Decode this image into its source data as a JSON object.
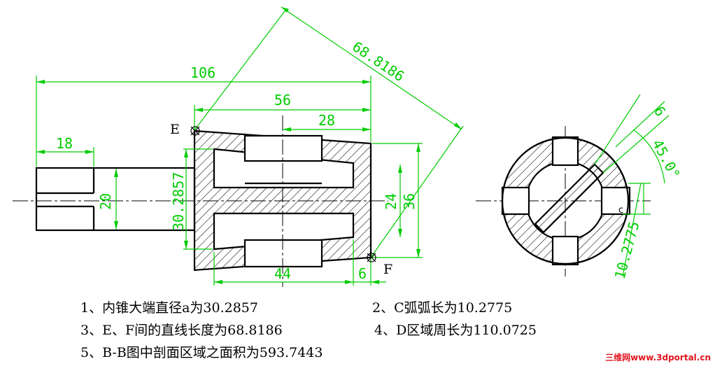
{
  "dims": {
    "total_length": "106",
    "left_part": "18",
    "shank_dia": "20",
    "cone_length": "56",
    "bore_length": "28",
    "diagonal_EF": "68.8186",
    "inner_dia": "30.2857",
    "slot_width": "24",
    "outer_dia": "36",
    "lower_length": "44",
    "offset": "6",
    "rib_width": "6",
    "angle": "45.0°",
    "arc_length": "10.2775",
    "label_c": "c"
  },
  "points": {
    "e": "E",
    "f": "F"
  },
  "notes": [
    "1、内锥大端直径a为30.2857",
    "2、C弧弧长为10.2775",
    "3、E、F间的直线长度为68.8186",
    "4、D区域周长为110.0725",
    "5、B-B图中剖面区域之面积为593.7443"
  ],
  "watermark": "三维网www.3dportal.cn",
  "colors": {
    "outline": "#000000",
    "dimension": "#00cc00",
    "watermark": "#e0141e"
  }
}
